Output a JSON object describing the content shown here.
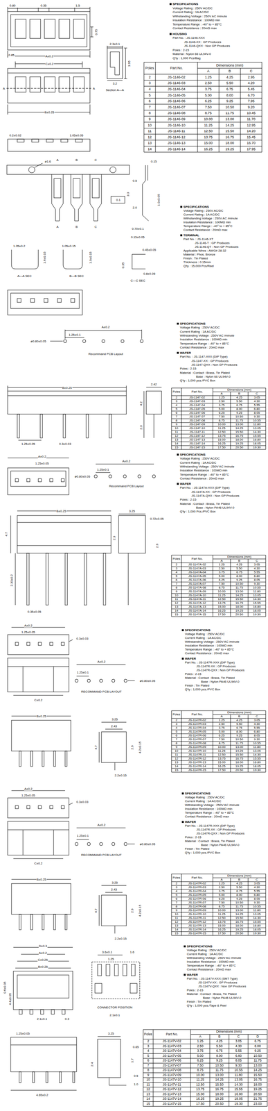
{
  "diagram": {
    "labels": [
      "SPECIFICATIONS",
      "Voltage Rating : 250V AC/DC",
      "Current Rating : 1A AC/DC",
      "Withstanding Voltage : 250V AC /minute",
      "Insulation Resistance : 100MΩ min",
      "Temperature Range : -40° to + 85°C",
      "Contact Resistance : 20mΩ max",
      "HOUSING",
      "Part No. : JS-1146-XXX",
      "JS-1146-XX : GP Produces",
      "JS-1146-QXX : Non GP Produces",
      "Poles : 2-15",
      "Material : Nylon 66 UL94V-0",
      "Q'ty : 1,000 Pcs/Bag",
      "0.80",
      "0.35",
      "1.5",
      "0.85",
      "A±0.2",
      "0.75",
      "C±0.2",
      "B±0.25",
      "2.3±0.1",
      "3.95",
      "3.2",
      "Section A—A",
      "0.2±0.02",
      "1.05±0.05",
      "A",
      "A",
      "Poles",
      "Part No.",
      "Dimensions (mm)",
      "A",
      "B",
      "C",
      "2",
      "JS-1146-02",
      "1.25",
      "4.25",
      "2.95",
      "3",
      "JS-1146-03",
      "2.50",
      "5.50",
      "4.20",
      "4",
      "JS-1146-04",
      "3.75",
      "6.75",
      "5.45",
      "5",
      "JS-1146-05",
      "5.00",
      "8.00",
      "6.70",
      "6",
      "JS-1146-06",
      "6.25",
      "9.25",
      "7.95",
      "7",
      "JS-1146-07",
      "7.50",
      "10.50",
      "9.20",
      "8",
      "JS-1146-08",
      "8.75",
      "11.75",
      "10.45",
      "9",
      "JS-1146-09",
      "10.00",
      "13.00",
      "11.70",
      "10",
      "JS-1146-10",
      "11.25",
      "14.25",
      "12.95",
      "11",
      "JS-1146-11",
      "12.50",
      "15.50",
      "14.20",
      "12",
      "JS-1146-12",
      "13.75",
      "16.75",
      "15.45",
      "13",
      "JS-1146-13",
      "15.00",
      "18.00",
      "16.70",
      "14",
      "JS-1146-14",
      "16.25",
      "19.25",
      "17.95",
      "SPECIFICATIONS",
      "Voltage Rating : 250V AC/DC",
      "Current Rating : 1A AC/DC",
      "Withstanding Voltage : 250V AC /minute",
      "Insulation Resistance : 100MΩ min",
      "Temperature Range : -40° to + 85°C",
      "Contact Resistance : 20mΩ max",
      "TERMINAL",
      "Part No. : JS-1146-XT",
      "JS-1146-T : GP Produces",
      "JS-1146-QT : Non GP Produces",
      "Applicable Wires : AWG# 28-32",
      "Material : Phos. Bronze",
      "Finish : Tin Plated",
      "Thickness : 0.15mm",
      "Q'ty : 15,000 Pcs/Reel",
      "ø1.6",
      "0.15",
      "0.1",
      "0.5",
      "2.0",
      "3.3",
      "1.0±0.05",
      "A",
      "B",
      "C",
      "A",
      "B",
      "C",
      "0.70±0.1",
      "0.15±0.05",
      "1.35±0.2",
      "1.6±0.15",
      "1.05±0.15",
      "1.0±0.15",
      "0.45±0.05",
      "0.35",
      "0.8±0.05",
      "A—A SEC",
      "B—B SEC",
      "C—C SEC",
      "SPECIFICATIONS",
      "Voltage Rating : 250V AC/DC",
      "Current Rating : 1A AC/DC",
      "Withstanding Voltage : 250V AC /minute",
      "Insulation Resistance : 100MΩ min",
      "Temperature Range : -40° to + 85°C",
      "Contact Resistance : 20mΩ max",
      "WAFER",
      "Part No. : JS-1147-XXX (DIP Type)",
      "JS-1147-XX : GP Produces",
      "JS-1147-QXX : Non GP Produces",
      "Poles : 2-15",
      "Material : Contact : Brass, Tin Plated",
      "Base : Nylon 66 UL94V-0",
      "Q'ty : 1,000 pcs./PVC Box",
      "A±0.2",
      "1.25±0.1",
      "ø0.80±0.05",
      "Recommand PCB Layout",
      "B±0.25",
      "2.42",
      "4.2",
      "2.3",
      "1.25±0.05",
      "0.3±0.03",
      "Poles",
      "Part No.",
      "Dimensions (mm)",
      "A",
      "B",
      "C",
      "2",
      "JS-1147-02",
      "1.25",
      "4.25",
      "3.05",
      "3",
      "JS-1147-03",
      "2.50",
      "5.50",
      "4.30",
      "4",
      "JS-1147-04",
      "3.75",
      "6.75",
      "5.55",
      "5",
      "JS-1147-05",
      "5.00",
      "8.00",
      "6.80",
      "6",
      "JS-1147-06",
      "6.25",
      "9.25",
      "8.05",
      "7",
      "JS-1147-07",
      "7.50",
      "10.50",
      "9.30",
      "8",
      "JS-1147-08",
      "8.75",
      "11.75",
      "10.55",
      "9",
      "JS-1147-09",
      "10.00",
      "13.00",
      "11.80",
      "10",
      "JS-1147-10",
      "11.25",
      "14.25",
      "13.05",
      "11",
      "JS-1147-11",
      "12.50",
      "15.50",
      "14.30",
      "12",
      "JS-1147-12",
      "13.75",
      "16.75",
      "15.55",
      "13",
      "JS-1147-13",
      "15.00",
      "18.00",
      "16.80",
      "14",
      "JS-1147-14",
      "16.25",
      "19.25",
      "18.05",
      "15",
      "JS-1147-15",
      "17.50",
      "20.50",
      "19.30",
      "SPECIFICATIONS",
      "Voltage Rating : 250V AC/DC",
      "Current Rating : 1A AC/DC",
      "Withstanding Voltage : 250V AC /minute",
      "Insulation Resistance : 100MΩ min",
      "Temperature Range : -40° to + 85°C",
      "Contact Resistance : 20mΩ max",
      "WAFER",
      "Part No. : JS-1147A-XXX (DIP Type)",
      "JS-1147A-XX : GP Produces",
      "JS-1147A-QXX : Non GP Produces",
      "Poles : 2-15",
      "Material : Contact : Brass, Tin Plated",
      "Base : Nylon PA46 UL94V-0",
      "Q'ty : 1,000 Pcs./PVC Box",
      "A±0.2",
      "1.25±0.05",
      "ø0.80±0.05",
      "A±0.2",
      "1.25±0.1",
      "Recommand PCB Layout",
      "B±0.25",
      "3.25",
      "0.72±0.05",
      "4.7",
      "2.3",
      "2.9",
      "2.30±0.2",
      "0.35±0.05",
      "Poles",
      "Part No.",
      "Dimensions (mm)",
      "A",
      "B",
      "C",
      "2",
      "JS-1147A-02",
      "1.25",
      "4.25",
      "3.05",
      "3",
      "JS-1147A-03",
      "2.50",
      "5.50",
      "4.30",
      "4",
      "JS-1147A-04",
      "3.75",
      "6.75",
      "5.55",
      "5",
      "JS-1147A-05",
      "5.00",
      "8.00",
      "6.80",
      "6",
      "JS-1147A-06",
      "6.25",
      "9.25",
      "8.05",
      "7",
      "JS-1147A-07",
      "7.50",
      "10.50",
      "9.30",
      "8",
      "JS-1147A-08",
      "8.75",
      "11.75",
      "10.55",
      "9",
      "JS-1147A-09",
      "10.00",
      "13.00",
      "11.80",
      "10",
      "JS-1147A-10",
      "11.25",
      "14.25",
      "13.05",
      "11",
      "JS-1147A-11",
      "12.50",
      "15.50",
      "14.30",
      "12",
      "JS-1147A-12",
      "13.75",
      "16.75",
      "15.55",
      "13",
      "JS-1147A-13",
      "15.00",
      "18.00",
      "16.80",
      "14",
      "JS-1147A-14",
      "16.25",
      "19.25",
      "18.05",
      "15",
      "JS-1147A-15",
      "17.50",
      "20.50",
      "19.30",
      "SPECIFICATIONS",
      "Voltage Rating : 250V AC/DC",
      "Current Rating : 1A AC/DC",
      "Withstanding Voltage : 250V AC /minute",
      "Insulation Resistance : 100MΩ min",
      "Temperature Range : -40° to + 85°C",
      "Contact Resistance : 20mΩ max",
      "WAFER",
      "Part No. : JS-1147R-XXX (DIP Type)",
      "JS-1147R-XX : GP Produces",
      "JS-1147R-QXX : Non GP Produces",
      "Poles : 2-15",
      "Material : Contact : Brass, Tin Plated",
      "Base : Nylon PA46 UL94V-0",
      "Finish : Tin Plated",
      "Q'ty : 1,000 pcs./PVC Box",
      "A±0.2",
      "1.25±0.05",
      "0.3±0.03",
      "C±0.2",
      "A±0.2",
      "1.25±0.1",
      "ø0.80±0.05",
      "RECOMMAND PCB LAYOUT",
      "B±0.25",
      "3.25",
      "2.43",
      "4.7",
      "2.9",
      "4.2±0.15",
      "2.2±0.15",
      "Poles",
      "Part No.",
      "Dimensions (mm)",
      "A",
      "B",
      "C",
      "2",
      "JS-1147R-02",
      "1.25",
      "4.25",
      "3.05",
      "3",
      "JS-1147R-03",
      "2.50",
      "5.50",
      "4.30",
      "4",
      "JS-1147R-04",
      "3.75",
      "6.75",
      "5.55",
      "5",
      "JS-1147R-05",
      "5.00",
      "8.00",
      "6.80",
      "6",
      "JS-1147R-06",
      "6.25",
      "9.25",
      "8.05",
      "7",
      "JS-1147R-07",
      "7.50",
      "10.50",
      "9.30",
      "8",
      "JS-1147R-08",
      "8.75",
      "11.75",
      "10.55",
      "9",
      "JS-1147R-09",
      "10.00",
      "13.00",
      "11.80",
      "10",
      "JS-1147R-10",
      "11.25",
      "14.25",
      "13.05",
      "11",
      "JS-1147R-11",
      "12.50",
      "15.50",
      "14.30",
      "12",
      "JS-1147R-12",
      "13.75",
      "16.75",
      "15.55",
      "13",
      "JS-1147R-13",
      "15.00",
      "18.00",
      "16.80",
      "14",
      "JS-1147R-14",
      "16.25",
      "19.25",
      "18.05",
      "15",
      "JS-1147R-15",
      "17.50",
      "20.50",
      "19.30",
      "SPECIFICATIONS",
      "Voltage Rating : 250V AC/DC",
      "Current Rating : 1A AC/DC",
      "Withstanding Voltage : 250V AC /minute",
      "Insulation Resistance : 100MΩ min",
      "Temperature Range : -40° to + 85°C",
      "Contact Resistance : 20mΩ max",
      "WAFER",
      "Part No. : JS-1147R-XXX (DIP Type)",
      "JS-1147R-XX : GP Produces",
      "JS-1147R-QXX : Non GP Produces",
      "Poles : 2-15",
      "Material : Contact : Brass, Tin Plated",
      "Base : Nylon PA46 UL94V-0",
      "Finish : Tin Plated",
      "Q'ty : 1,000 pcs./PVC Box",
      "A±0.2",
      "1.25±0.05",
      "0.3±0.03",
      "C±0.2",
      "A±0.2",
      "1.25±0.1",
      "ø0.80±0.05",
      "RECOMMAND PCB LAYOUT",
      "B±0.25",
      "3.25",
      "2.43",
      "4.7",
      "2.9",
      "4.2±0.15",
      "2.2±0.15",
      "Poles",
      "Part No.",
      "Dimensions (mm)",
      "A",
      "B",
      "C",
      "2",
      "JS-1147R-02",
      "1.25",
      "4.25",
      "3.05",
      "3",
      "JS-1147R-03",
      "2.50",
      "5.50",
      "4.30",
      "4",
      "JS-1147R-04",
      "3.75",
      "6.75",
      "5.55",
      "5",
      "JS-1147R-05",
      "5.00",
      "8.00",
      "6.80",
      "6",
      "JS-1147R-06",
      "6.25",
      "9.25",
      "8.05",
      "7",
      "JS-1147R-07",
      "7.50",
      "10.50",
      "9.30",
      "8",
      "JS-1147R-08",
      "8.75",
      "11.75",
      "10.55",
      "9",
      "JS-1147R-09",
      "10.00",
      "13.00",
      "11.80",
      "10",
      "JS-1147R-10",
      "11.25",
      "14.25",
      "13.05",
      "11",
      "JS-1147R-11",
      "12.50",
      "15.50",
      "14.30",
      "12",
      "JS-1147R-12",
      "13.75",
      "16.75",
      "15.55",
      "13",
      "JS-1147R-13",
      "15.00",
      "18.00",
      "16.80",
      "14",
      "JS-1147R-14",
      "16.25",
      "19.25",
      "18.05",
      "15",
      "JS-1147R-15",
      "17.50",
      "20.50",
      "19.30",
      "SPECIFICATIONS",
      "Voltage Rating : 250V AC/DC",
      "Current Rating : 1A AC/DC",
      "Withstanding Voltage : 250V AC /minute",
      "Insulation Resistance : 100MΩ min",
      "Temperature Range : -40° to + 85°C",
      "Contact Resistance : 20mΩ max",
      "WAFER",
      "Part No. : JS-1147V-XXX (SMT Type)",
      "JS-1147V-XX : GP Produces",
      "JS-1147V-QXX : Non GP Produces",
      "Poles : 2-15",
      "Material : Contact : Brass, Tin Plated",
      "Base : Nylon PA46 UL94V-0",
      "Finish : Tin Plated",
      "Q'ty : 1,000 pcs./Tape & Reel",
      "D±0.3",
      "A±0.2",
      "C±0.25",
      "B±0.25",
      "0.6±0.05",
      "4.4±0.05",
      "2.1±0.1",
      "0.3",
      "3.6±0.1",
      "1.6",
      "1.25",
      "CONNECTOR POSITION",
      "2.1±0.1",
      "1.25±0.05",
      "4.65±0.2",
      "3.25",
      "2.4",
      "1.7",
      "0.65",
      "0.5",
      "1.0",
      "Poles",
      "Part No.",
      "Dimensions (mm)",
      "A",
      "B",
      "C",
      "D",
      "2",
      "JS-1147V-02",
      "1.25",
      "4.25",
      "3.05",
      "6.75",
      "3",
      "JS-1147V-03",
      "2.50",
      "5.50",
      "4.30",
      "8.00",
      "4",
      "JS-1147V-04",
      "3.75",
      "6.75",
      "5.55",
      "9.25",
      "5",
      "JS-1147V-05",
      "5.00",
      "8.00",
      "6.80",
      "10.50",
      "6",
      "JS-1147V-06",
      "6.25",
      "9.25",
      "8.05",
      "11.75",
      "7",
      "JS-1147V-07",
      "7.50",
      "10.50",
      "9.30",
      "13.00",
      "8",
      "JS-1147V-08",
      "8.75",
      "11.75",
      "10.55",
      "14.25",
      "9",
      "JS-1147V-09",
      "10.00",
      "13.00",
      "11.80",
      "15.50",
      "10",
      "JS-1147V-10",
      "11.25",
      "14.25",
      "13.05",
      "16.75",
      "11",
      "JS-1147V-11",
      "12.50",
      "15.50",
      "14.30",
      "18.00",
      "12",
      "JS-1147V-12",
      "13.75",
      "16.75",
      "15.55",
      "19.25",
      "13",
      "JS-1147V-13",
      "15.00",
      "18.00",
      "16.80",
      "20.50",
      "14",
      "JS-1147V-14",
      "16.25",
      "19.25",
      "18.05",
      "21.75",
      "15",
      "JS-1147V-15",
      "17.50",
      "20.50",
      "19.30",
      "23.00"
    ]
  }
}
